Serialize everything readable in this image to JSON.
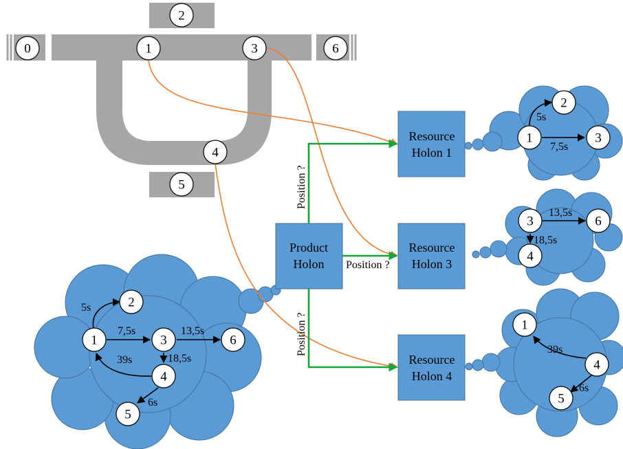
{
  "colors": {
    "track": "#a6a6a6",
    "holon": "#5b9bd5",
    "cloud": "#5b9bd5",
    "request_line": "#ed7d31",
    "position_arrow": "#13a538"
  },
  "track_nodes": [
    "0",
    "1",
    "2",
    "3",
    "4",
    "5",
    "6"
  ],
  "holons": {
    "product": [
      "Product",
      "Holon"
    ],
    "resource1": [
      "Resource",
      "Holon 1"
    ],
    "resource3": [
      "Resource",
      "Holon 3"
    ],
    "resource4": [
      "Resource",
      "Holon 4"
    ]
  },
  "position_query": "Position ?",
  "graph_product": {
    "nodes": [
      "1",
      "2",
      "3",
      "4",
      "5",
      "6"
    ],
    "edges": [
      {
        "from": "1",
        "to": "2",
        "label": "5s"
      },
      {
        "from": "1",
        "to": "3",
        "label": "7,5s"
      },
      {
        "from": "3",
        "to": "6",
        "label": "13,5s"
      },
      {
        "from": "3",
        "to": "4",
        "label": "18,5s"
      },
      {
        "from": "4",
        "to": "1",
        "label": "39s"
      },
      {
        "from": "4",
        "to": "5",
        "label": "6s"
      }
    ]
  },
  "graph_resource1": {
    "nodes": [
      "1",
      "2",
      "3"
    ],
    "edges": [
      {
        "from": "1",
        "to": "2",
        "label": "5s"
      },
      {
        "from": "1",
        "to": "3",
        "label": "7,5s"
      }
    ]
  },
  "graph_resource3": {
    "nodes": [
      "3",
      "6",
      "4"
    ],
    "edges": [
      {
        "from": "3",
        "to": "6",
        "label": "13,5s"
      },
      {
        "from": "3",
        "to": "4",
        "label": "18,5s"
      }
    ]
  },
  "graph_resource4": {
    "nodes": [
      "1",
      "4",
      "5"
    ],
    "edges": [
      {
        "from": "4",
        "to": "1",
        "label": "39s"
      },
      {
        "from": "4",
        "to": "5",
        "label": "6s"
      }
    ]
  }
}
